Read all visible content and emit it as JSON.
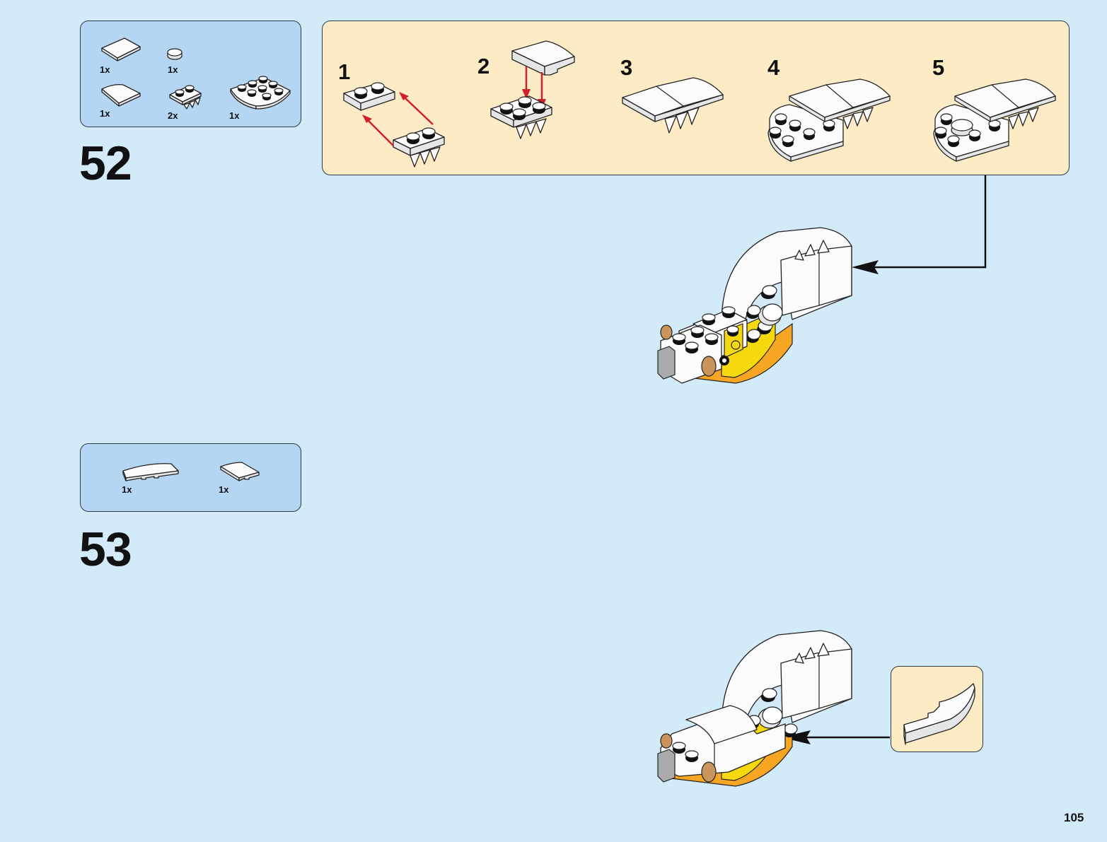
{
  "page": {
    "number": "105",
    "background_color": "#d3eaf9",
    "parts_panel_color": "#b5d6f2",
    "subassembly_panel_color": "#fdebc6",
    "arrow_color": "#d0202a"
  },
  "steps": [
    {
      "number": "52",
      "parts": [
        {
          "icon": "tile-2x2-white-icon",
          "quantity": "1x"
        },
        {
          "icon": "round-plate-1x1-white-icon",
          "quantity": "1x"
        },
        {
          "icon": "slope-curved-2x2-white-icon",
          "quantity": "1x"
        },
        {
          "icon": "plate-1x2-teeth-white-icon",
          "quantity": "2x"
        },
        {
          "icon": "plate-round-corner-3x3-white-icon",
          "quantity": "1x"
        }
      ],
      "subassembly": {
        "substeps": [
          {
            "number": "1"
          },
          {
            "number": "2"
          },
          {
            "number": "3"
          },
          {
            "number": "4"
          },
          {
            "number": "5"
          }
        ]
      }
    },
    {
      "number": "53",
      "parts": [
        {
          "icon": "slope-curved-4x1-white-icon",
          "quantity": "1x"
        },
        {
          "icon": "slope-curved-2x2-white-icon",
          "quantity": "1x"
        }
      ]
    }
  ]
}
